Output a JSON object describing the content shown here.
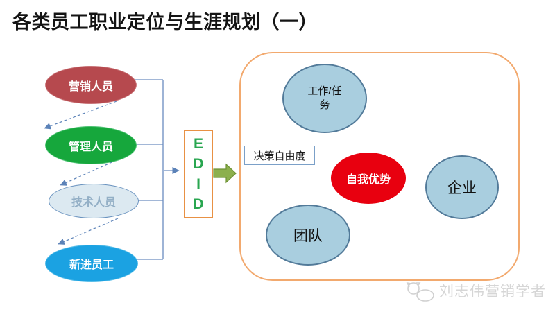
{
  "title": "各类员工职业定位与生涯规划（一）",
  "left_flow": {
    "items": [
      {
        "label": "营销人员",
        "color": "#B6494E"
      },
      {
        "label": "管理人员",
        "color": "#16A73C"
      },
      {
        "label": "技术人员",
        "color": "#DCE9F1"
      },
      {
        "label": "新进员工",
        "color": "#1BA2E2"
      }
    ]
  },
  "edid": {
    "letters": [
      "E",
      "D",
      "I",
      "D"
    ],
    "box_border_color": "#E89144",
    "letter_color": "#29A650"
  },
  "panel": {
    "decision_label": "决策自由度",
    "nodes": {
      "task": "工作/任务",
      "enterprise": "企业",
      "team": "团队",
      "self": "自我优势"
    },
    "panel_border_color": "#F2A96E",
    "node_fill_color": "#A9CEDF",
    "self_fill_color": "#E8000F",
    "triangle_fill_color": "#FAE7D9"
  },
  "watermark": {
    "text": "刘志伟营销学者",
    "color": "#D6D6D6"
  },
  "colors": {
    "connector_blue": "#5B82B8",
    "arrow_green": "#8CB04D",
    "title_color": "#141414"
  }
}
